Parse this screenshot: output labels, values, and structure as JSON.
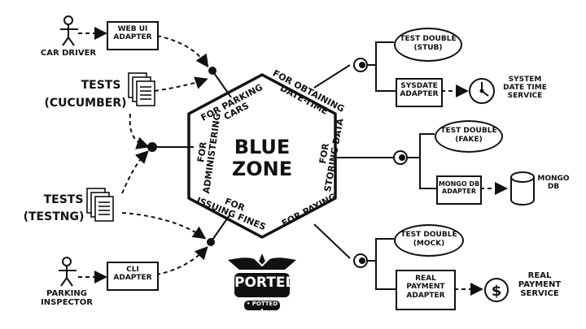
{
  "hexagon": {
    "title_line1": "BLUE",
    "title_line2": "ZONE",
    "ports": {
      "parking_line1": "FOR PARKING",
      "parking_line2": "CARS",
      "obtaining_line1": "FOR OBTAINING",
      "obtaining_line2": "DATE-TIME",
      "storing_line1": "FOR",
      "storing_line2": "STORING DATA",
      "paying": "FOR PAYING",
      "fines_line1": "FOR",
      "fines_line2": "ISSUING FINES",
      "admin_line1": "FOR",
      "admin_line2": "ADMINISTERING"
    }
  },
  "left": {
    "car_driver": "CAR DRIVER",
    "web_ui_adapter": "WEB UI\nADAPTER",
    "tests_cucumber_line1": "TESTS",
    "tests_cucumber_line2": "(CUCUMBER)",
    "tests_testng_line1": "TESTS",
    "tests_testng_line2": "(TESTNG)",
    "cli_adapter": "CLI\nADAPTER",
    "parking_inspector": "PARKING\nINSPECTOR"
  },
  "right": {
    "test_double_stub": "TEST DOUBLE\n(STUB)",
    "sysdate_adapter": "SYSDATE\nADAPTER",
    "system_date_time_service": "SYSTEM\nDATE TIME\nSERVICE",
    "test_double_fake": "TEST DOUBLE\n(FAKE)",
    "mongo_db_adapter": "MONGO DB\nADAPTER",
    "mongo_db": "MONGO\nDB",
    "test_double_mock": "TEST DOUBLE\n(MOCK)",
    "real_payment_adapter": "REAL\nPAYMENT\nADAPTER",
    "real_payment_service": "REAL\nPAYMENT\nSERVICE"
  },
  "logo": {
    "main": "PORTED",
    "sub": "• POTTED •"
  }
}
